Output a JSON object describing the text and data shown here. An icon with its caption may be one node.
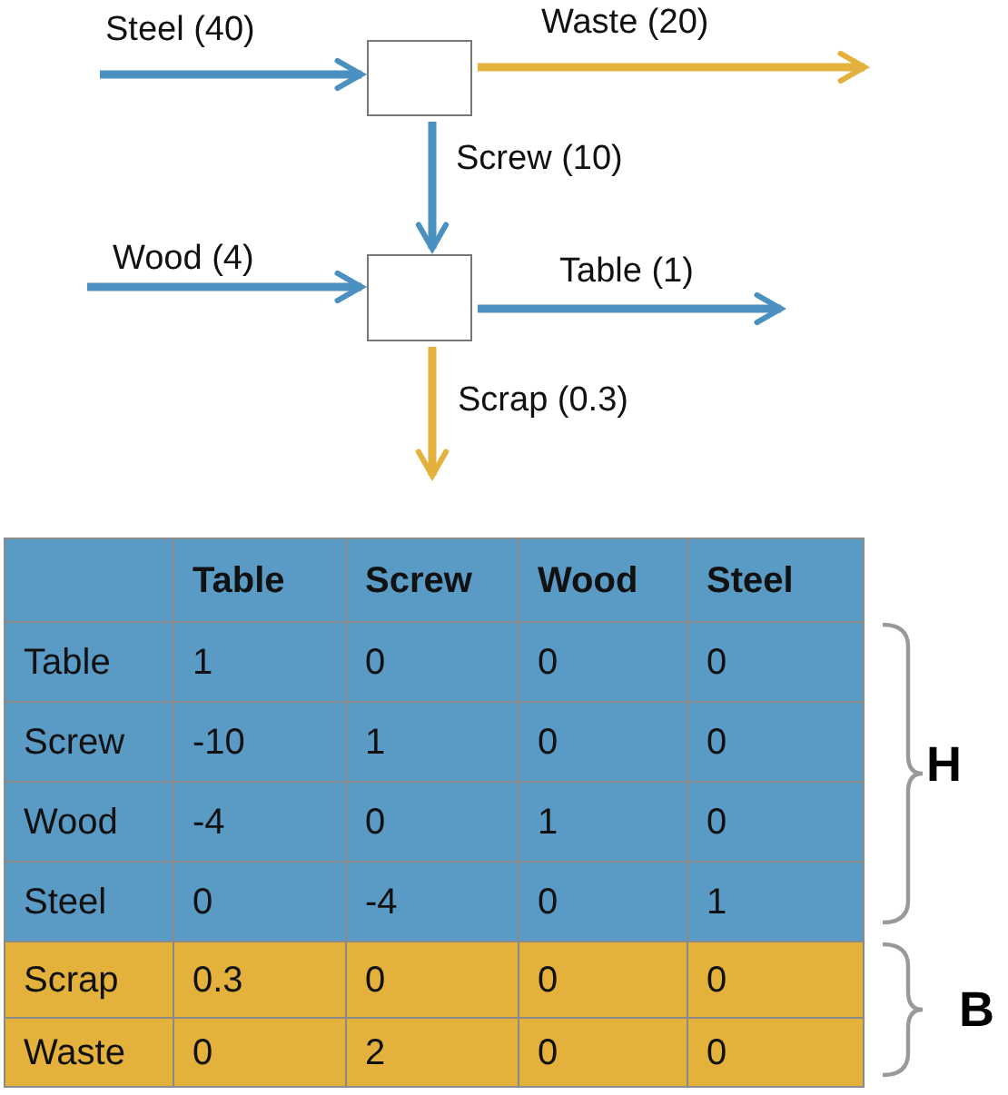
{
  "diagram": {
    "nodes": [
      {
        "text": [],
        "shape": "box"
      },
      {
        "text": [],
        "shape": "box"
      }
    ],
    "edges": [
      {
        "from": null,
        "to": 0,
        "arrow": "to",
        "label": "Steel (40)"
      },
      {
        "from": 0,
        "to": null,
        "arrow": "to",
        "label": "Waste (20)",
        "color": "#e3b13c"
      },
      {
        "from": 0,
        "to": 1,
        "arrow": "to",
        "label": "Screw (10)"
      },
      {
        "from": null,
        "to": 1,
        "arrow": "to",
        "label": "Wood (4)"
      },
      {
        "from": 1,
        "to": null,
        "arrow": "to",
        "label": "Table (1)"
      },
      {
        "from": 1,
        "to": null,
        "arrow": "to",
        "label": "Scrap (0.3)",
        "color": "#e3b13c"
      }
    ],
    "labels": [
      "Table",
      "Screw",
      "Wood",
      "Steel",
      "Table",
      "1",
      "0",
      "0",
      "0",
      "Screw",
      "-10",
      "1",
      "0",
      "0",
      "Wood",
      "-4",
      "0",
      "1",
      "0",
      "Steel",
      "0",
      "-4",
      "0",
      "1",
      "Scrap",
      "0.3",
      "0",
      "0",
      "0",
      "Waste",
      "0",
      "2",
      "0",
      "0",
      "H",
      "B"
    ]
  }
}
